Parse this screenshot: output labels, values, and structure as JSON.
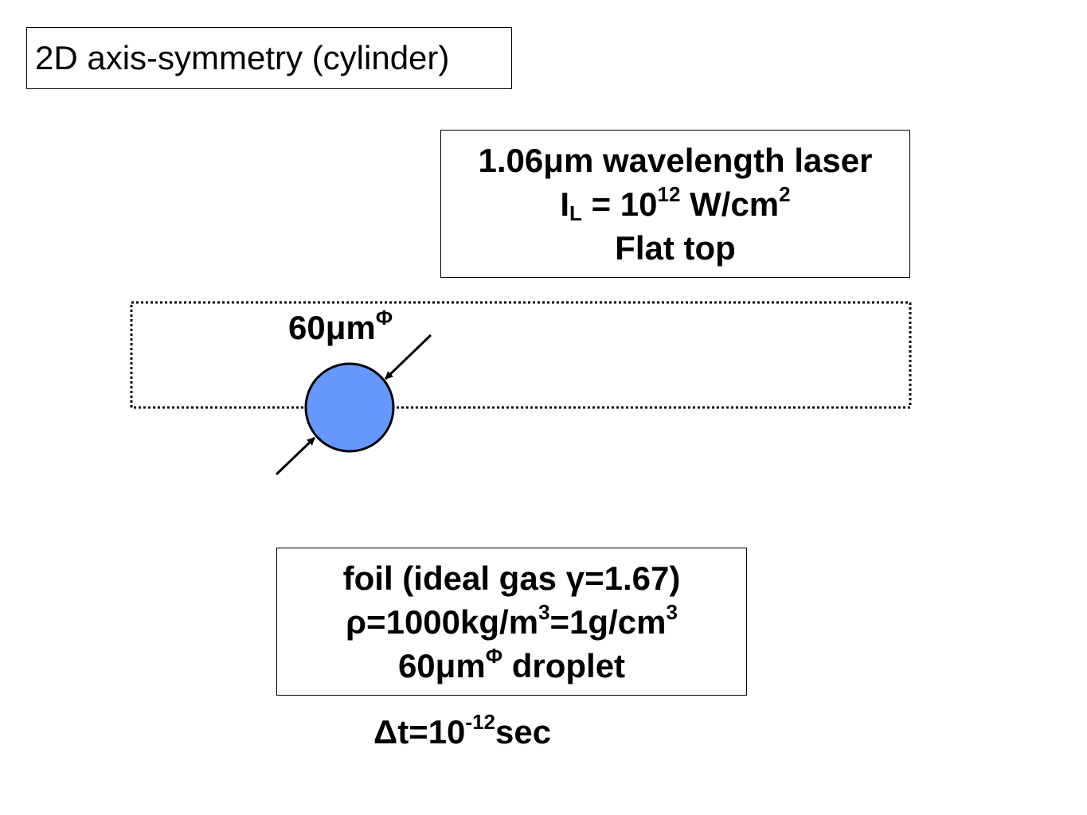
{
  "title": "2D axis-symmetry (cylinder)",
  "laser": {
    "line1": "1.06μm wavelength laser",
    "intensity_symbol": "I",
    "intensity_subscript": "L",
    "intensity_eq": " = 10",
    "intensity_exp": "12",
    "intensity_unit": " W/cm",
    "intensity_unit_exp": "2",
    "line3": "Flat top"
  },
  "droplet_label": {
    "value": "60μm",
    "symbol": "Φ"
  },
  "foil": {
    "line1": "foil (ideal gas γ=1.67)",
    "density_a": "ρ=1000kg/m",
    "density_a_exp": "3",
    "density_b": "=1g/cm",
    "density_b_exp": "3",
    "size_value": "60μm",
    "size_symbol": "Φ",
    "size_suffix": " droplet"
  },
  "timestep": {
    "prefix": "Δt=10",
    "exp": "-12",
    "suffix": "sec"
  },
  "colors": {
    "droplet_fill": "#6699ff",
    "stroke": "#000000"
  }
}
